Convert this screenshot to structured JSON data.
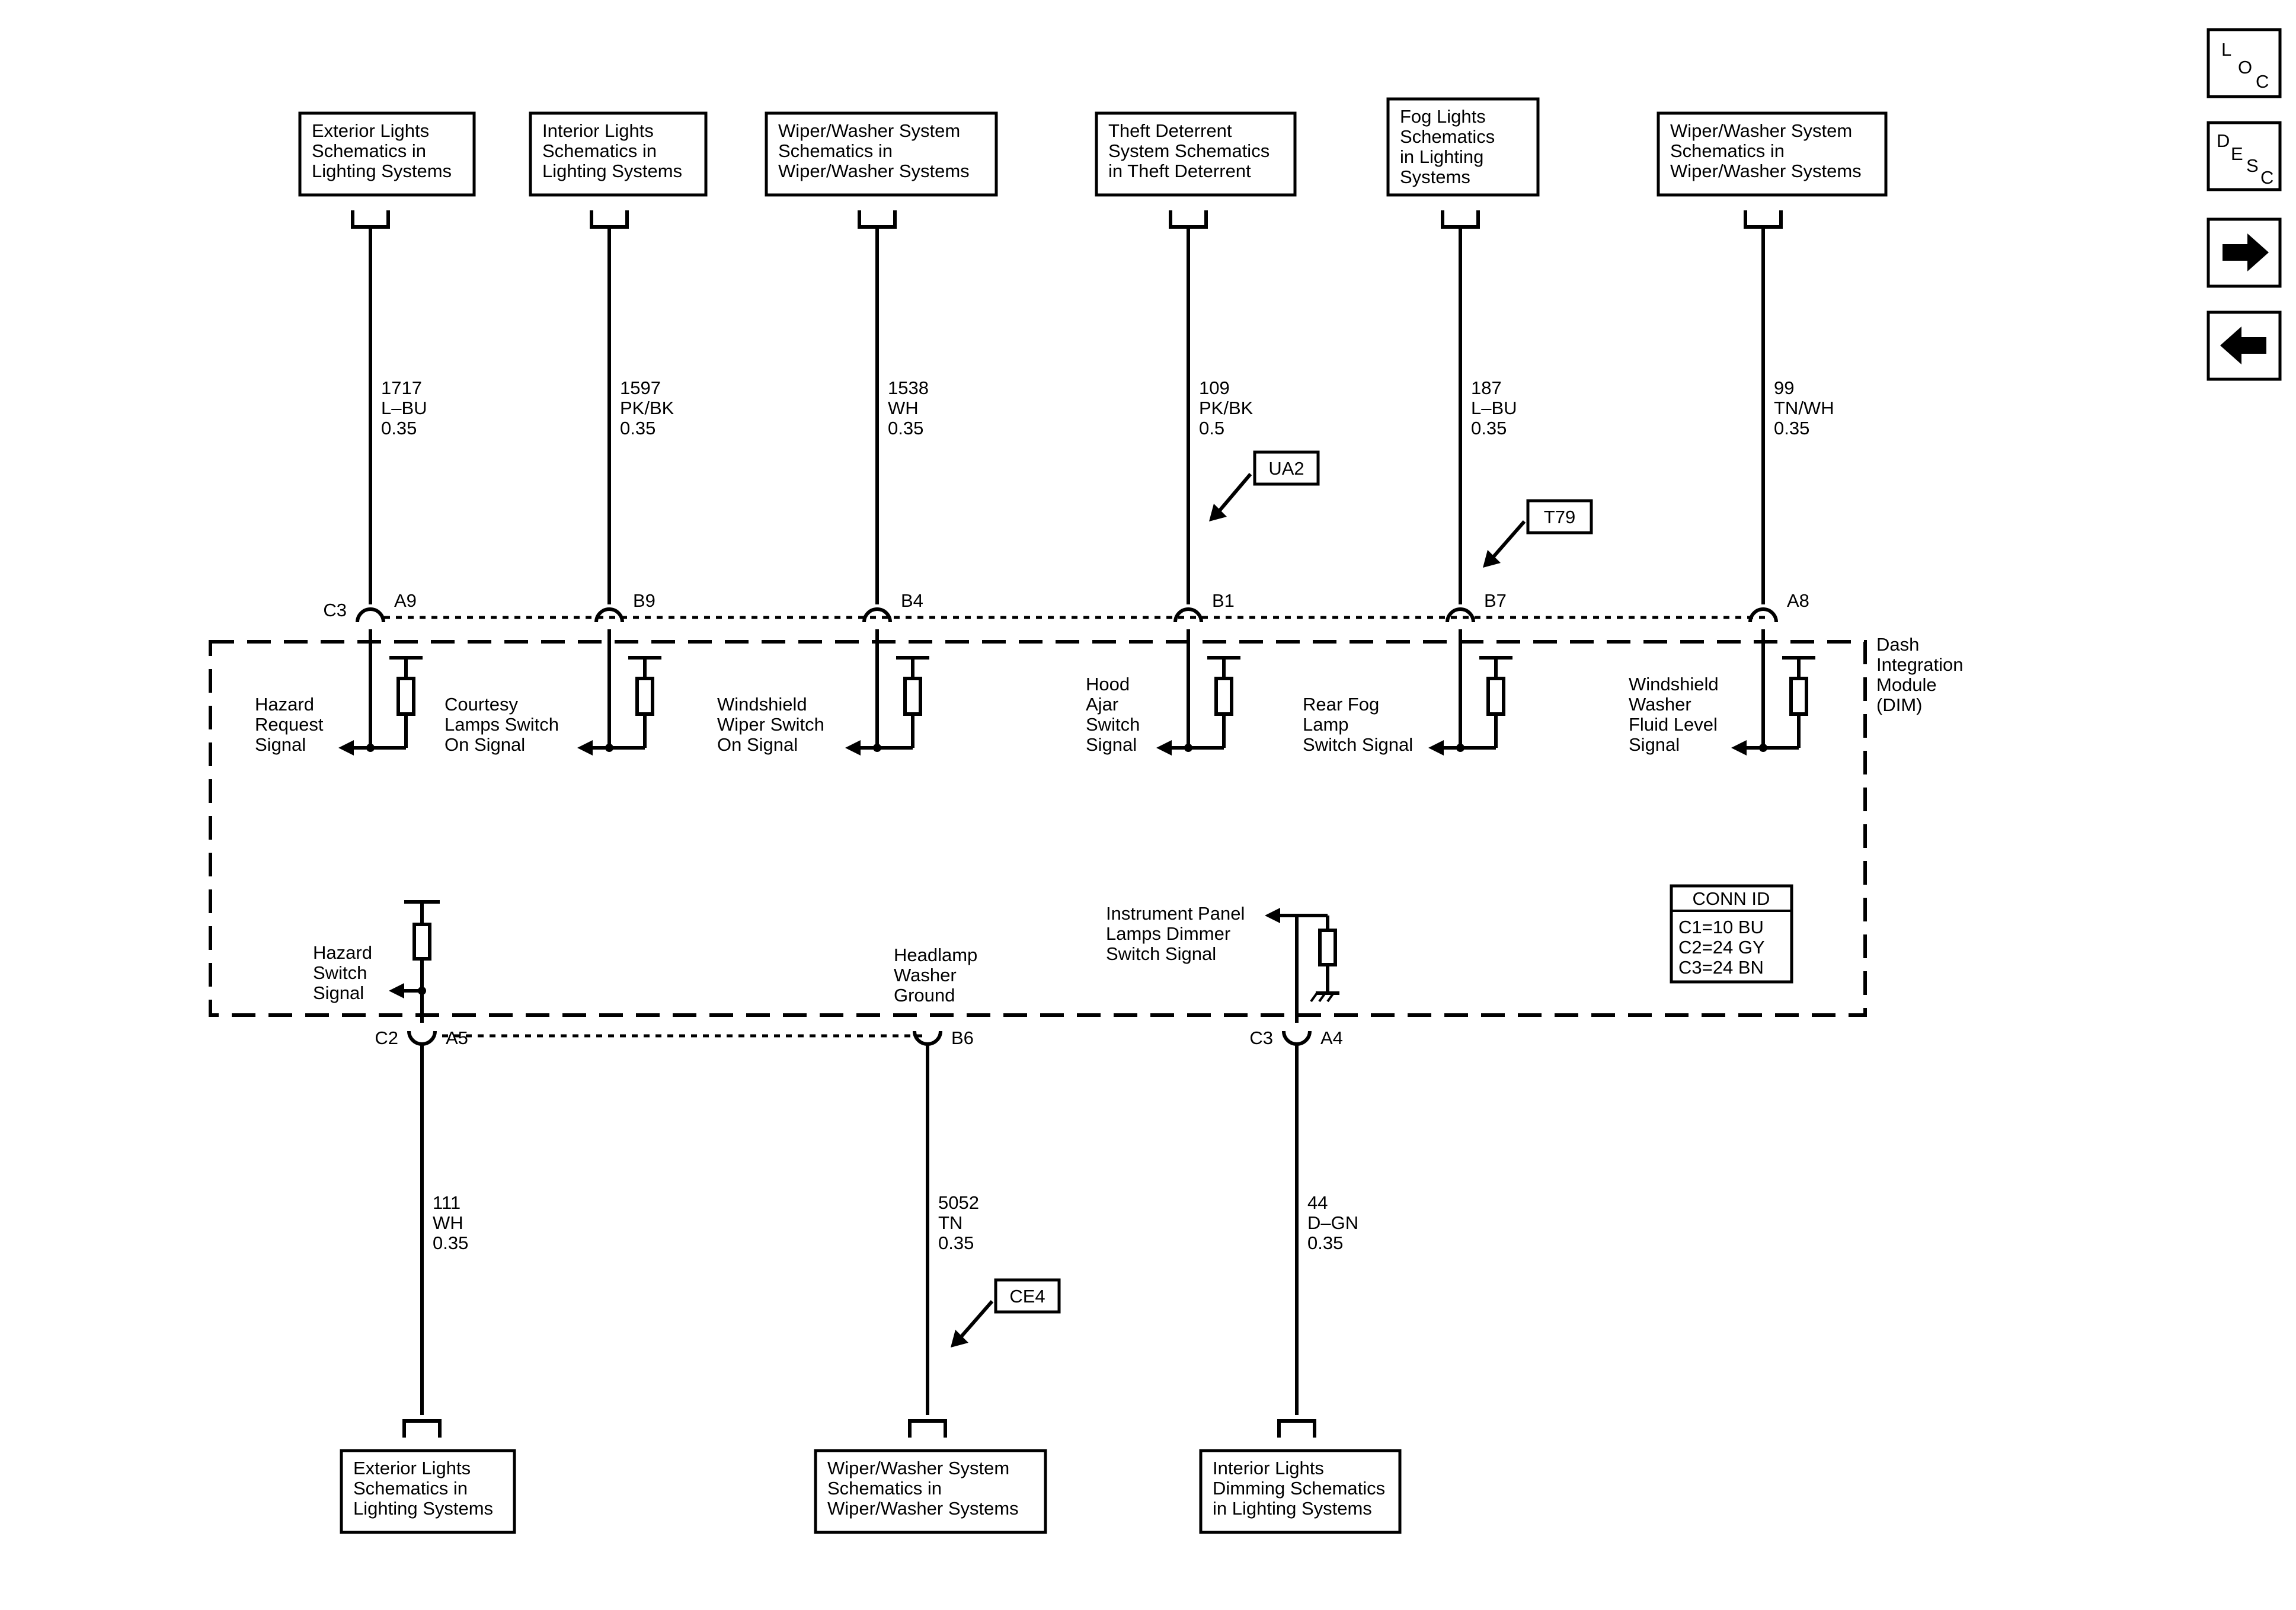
{
  "top_refs": [
    {
      "lines": [
        "Exterior Lights",
        "Schematics in",
        "Lighting Systems"
      ]
    },
    {
      "lines": [
        "Interior Lights",
        "Schematics in",
        "Lighting Systems"
      ]
    },
    {
      "lines": [
        "Wiper/Washer System",
        "Schematics in",
        "Wiper/Washer Systems"
      ]
    },
    {
      "lines": [
        "Theft Deterrent",
        "System Schematics",
        "in Theft Deterrent"
      ]
    },
    {
      "lines": [
        "Fog Lights",
        "Schematics",
        "in Lighting",
        "Systems"
      ]
    },
    {
      "lines": [
        "Wiper/Washer System",
        "Schematics in",
        "Wiper/Washer Systems"
      ]
    }
  ],
  "top_wires": [
    {
      "circuit": "1717",
      "color": "L–BU",
      "gauge": "0.35",
      "connector": "C3",
      "pin": "A9",
      "signal": [
        "Hazard",
        "Request",
        "Signal"
      ]
    },
    {
      "circuit": "1597",
      "color": "PK/BK",
      "gauge": "0.35",
      "connector": "",
      "pin": "B9",
      "signal": [
        "Courtesy",
        "Lamps Switch",
        "On Signal"
      ]
    },
    {
      "circuit": "1538",
      "color": "WH",
      "gauge": "0.35",
      "connector": "",
      "pin": "B4",
      "signal": [
        "Windshield",
        "Wiper Switch",
        "On Signal"
      ]
    },
    {
      "circuit": "109",
      "color": "PK/BK",
      "gauge": "0.5",
      "connector": "",
      "pin": "B1",
      "signal": [
        "Hood",
        "Ajar",
        "Switch",
        "Signal"
      ]
    },
    {
      "circuit": "187",
      "color": "L–BU",
      "gauge": "0.35",
      "connector": "",
      "pin": "B7",
      "signal": [
        "Rear Fog",
        "Lamp",
        "Switch Signal"
      ]
    },
    {
      "circuit": "99",
      "color": "TN/WH",
      "gauge": "0.35",
      "connector": "",
      "pin": "A8",
      "signal": [
        "Windshield",
        "Washer",
        "Fluid Level",
        "Signal"
      ]
    }
  ],
  "option_tags": [
    {
      "label": "UA2"
    },
    {
      "label": "T79"
    },
    {
      "label": "CE4"
    }
  ],
  "module": {
    "lines": [
      "Dash",
      "Integration",
      "Module",
      "(DIM)"
    ]
  },
  "conn_id": {
    "title": "CONN ID",
    "rows": [
      "C1=10 BU",
      "C2=24 GY",
      "C3=24 BN"
    ]
  },
  "bottom_wires": [
    {
      "circuit": "111",
      "color": "WH",
      "gauge": "0.35",
      "connector": "C2",
      "pin": "A5",
      "signal": [
        "Hazard",
        "Switch",
        "Signal"
      ]
    },
    {
      "circuit": "5052",
      "color": "TN",
      "gauge": "0.35",
      "connector": "",
      "pin": "B6",
      "signal": [
        "Headlamp",
        "Washer",
        "Ground"
      ]
    },
    {
      "circuit": "44",
      "color": "D–GN",
      "gauge": "0.35",
      "connector": "C3",
      "pin": "A4",
      "signal": [
        "Instrument Panel",
        "Lamps Dimmer",
        "Switch Signal"
      ]
    }
  ],
  "bottom_refs": [
    {
      "lines": [
        "Exterior Lights",
        "Schematics in",
        "Lighting Systems"
      ]
    },
    {
      "lines": [
        "Wiper/Washer System",
        "Schematics in",
        "Wiper/Washer Systems"
      ]
    },
    {
      "lines": [
        "Interior Lights",
        "Dimming Schematics",
        "in Lighting Systems"
      ]
    }
  ],
  "nav": {
    "loc": [
      "L",
      "O",
      "C"
    ],
    "desc": [
      "D",
      "E",
      "S",
      "C"
    ],
    "next_icon": "arrow-right-icon",
    "prev_icon": "arrow-left-icon"
  }
}
